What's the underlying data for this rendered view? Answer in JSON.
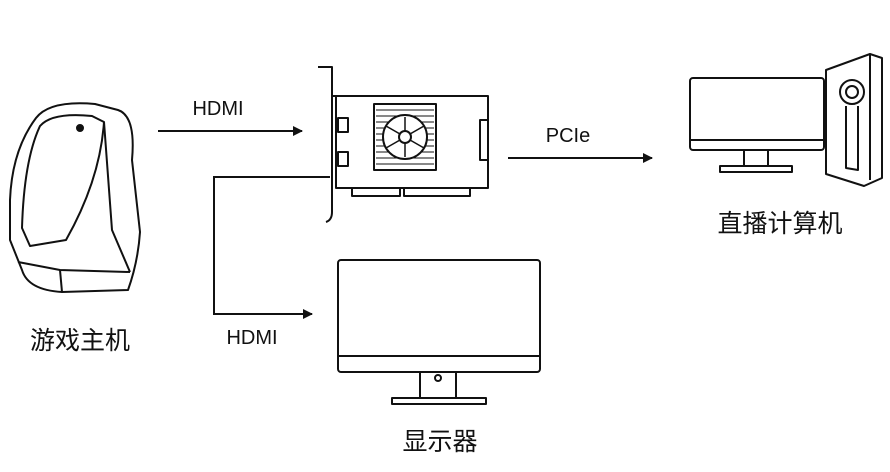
{
  "devices": {
    "console": {
      "label": "游戏主机",
      "icon": "game-console-icon"
    },
    "capture_card": {
      "icon": "pcie-capture-card-icon"
    },
    "monitor": {
      "label": "显示器",
      "icon": "monitor-icon"
    },
    "pc": {
      "label": "直播计算机",
      "icon": "desktop-computer-icon"
    }
  },
  "connections": {
    "console_to_card": {
      "label": "HDMI"
    },
    "console_to_monitor": {
      "label": "HDMI"
    },
    "card_to_pc": {
      "label": "PCIe"
    }
  },
  "colors": {
    "stroke": "#111111",
    "background": "#ffffff"
  }
}
